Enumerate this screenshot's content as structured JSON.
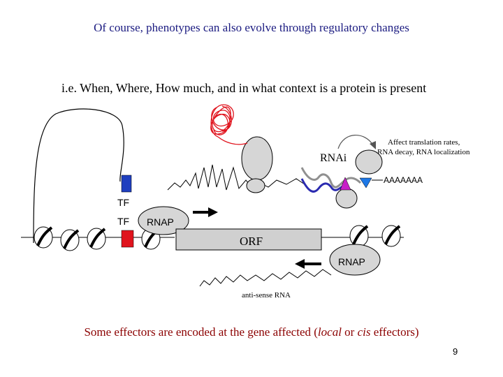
{
  "slide": {
    "title": "Of course, phenotypes can also evolve through regulatory changes",
    "subtitle": "i.e.  When, Where, How much, and in what context is a protein is present",
    "caption_prefix": "Some effectors are encoded at the gene affected (",
    "caption_local": "local",
    "caption_or": " or ",
    "caption_cis": "cis",
    "caption_suffix": " effectors)",
    "page_number": "9"
  },
  "diagram": {
    "labels": {
      "rnai": "RNAi",
      "affect_line1": "Affect translation rates,",
      "affect_line2": "RNA decay, RNA localization",
      "polya": "AAAAAAA",
      "tf_top": "TF",
      "tf_bottom": "TF",
      "rnap_forward": "RNAP",
      "orf": "ORF",
      "rnap_reverse": "RNAP",
      "antisense": "anti-sense RNA"
    },
    "colors": {
      "title": "#1a1a80",
      "caption": "#8b0000",
      "tf_blue": "#1f3fbf",
      "tf_red": "#e0141e",
      "protein_red": "#e0141e",
      "marker_magenta": "#c81ec8",
      "marker_blue": "#1e78e6",
      "rnai_wave": "#2a2ab0",
      "shape_gray": "#d6d6d6",
      "orf_box": "#d0d0d0"
    }
  }
}
